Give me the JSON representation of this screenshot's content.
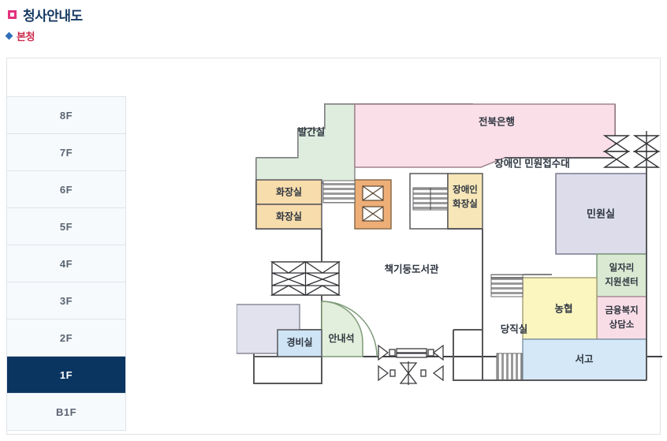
{
  "header": {
    "title": "청사안내도",
    "title_marker_color": "#e4327d",
    "subtitle": "본청",
    "subtitle_marker_color": "#2f6fba",
    "title_color": "#173a63",
    "subtitle_color": "#cc2b4e"
  },
  "floor_list": {
    "selected": "1F",
    "selected_bg": "#0b3561",
    "items": [
      {
        "label": "8F"
      },
      {
        "label": "7F"
      },
      {
        "label": "6F"
      },
      {
        "label": "5F"
      },
      {
        "label": "4F"
      },
      {
        "label": "3F"
      },
      {
        "label": "2F"
      },
      {
        "label": "1F"
      },
      {
        "label": "B1F"
      }
    ]
  },
  "floor_plan": {
    "current_floor": "1F",
    "rooms": [
      {
        "name": "발간실",
        "color": "#dfeddf",
        "label": "발간실"
      },
      {
        "name": "전북은행",
        "color": "#fadfe8",
        "label": "전북은행"
      },
      {
        "name": "화장실-상",
        "color": "#f7dcac",
        "label": "화장실"
      },
      {
        "name": "화장실-하",
        "color": "#f7dcac",
        "label": "화장실"
      },
      {
        "name": "엘리베이터",
        "color": "#eeae77",
        "label": ""
      },
      {
        "name": "장애인화장실",
        "color": "#f6e6b8",
        "label": "장애인\n화장실"
      },
      {
        "name": "민원실",
        "color": "#dcdceb",
        "label": "민원실"
      },
      {
        "name": "일자리지원센터",
        "color": "#d9e9d2",
        "label": "일자리\n지원센터"
      },
      {
        "name": "금융복지상담소",
        "color": "#f9dde6",
        "label": "금융복지\n상담소"
      },
      {
        "name": "농협",
        "color": "#fbf5c0",
        "label": "농협"
      },
      {
        "name": "당직실",
        "color": "#e2e2ee",
        "label": "당직실"
      },
      {
        "name": "서고",
        "color": "#d5e8f7",
        "label": "서고"
      },
      {
        "name": "안내석",
        "color": "#e2efdc",
        "label": "안내석"
      },
      {
        "name": "경비실",
        "color": "#cfe4f4",
        "label": "경비실"
      }
    ],
    "text_labels": [
      {
        "name": "장애인-민원접수대",
        "text": "장애인 민원접수대"
      },
      {
        "name": "책기둥도서관",
        "text": "책기둥도서관"
      }
    ],
    "labels": {
      "balganshil": "발간실",
      "jeonbuk_bank": "전북은행",
      "restroom_1": "화장실",
      "restroom_2": "화장실",
      "disabled_restroom": "장애인",
      "disabled_restroom_2": "화장실",
      "disabled_reception": "장애인 민원접수대",
      "civil_service": "민원실",
      "job_center_1": "일자리",
      "job_center_2": "지원센터",
      "finance_welfare_1": "금융복지",
      "finance_welfare_2": "상담소",
      "nonghyup": "농협",
      "duty_room": "당직실",
      "archive": "서고",
      "library": "책기둥도서관",
      "info_desk": "안내석",
      "security_room": "경비실"
    }
  }
}
